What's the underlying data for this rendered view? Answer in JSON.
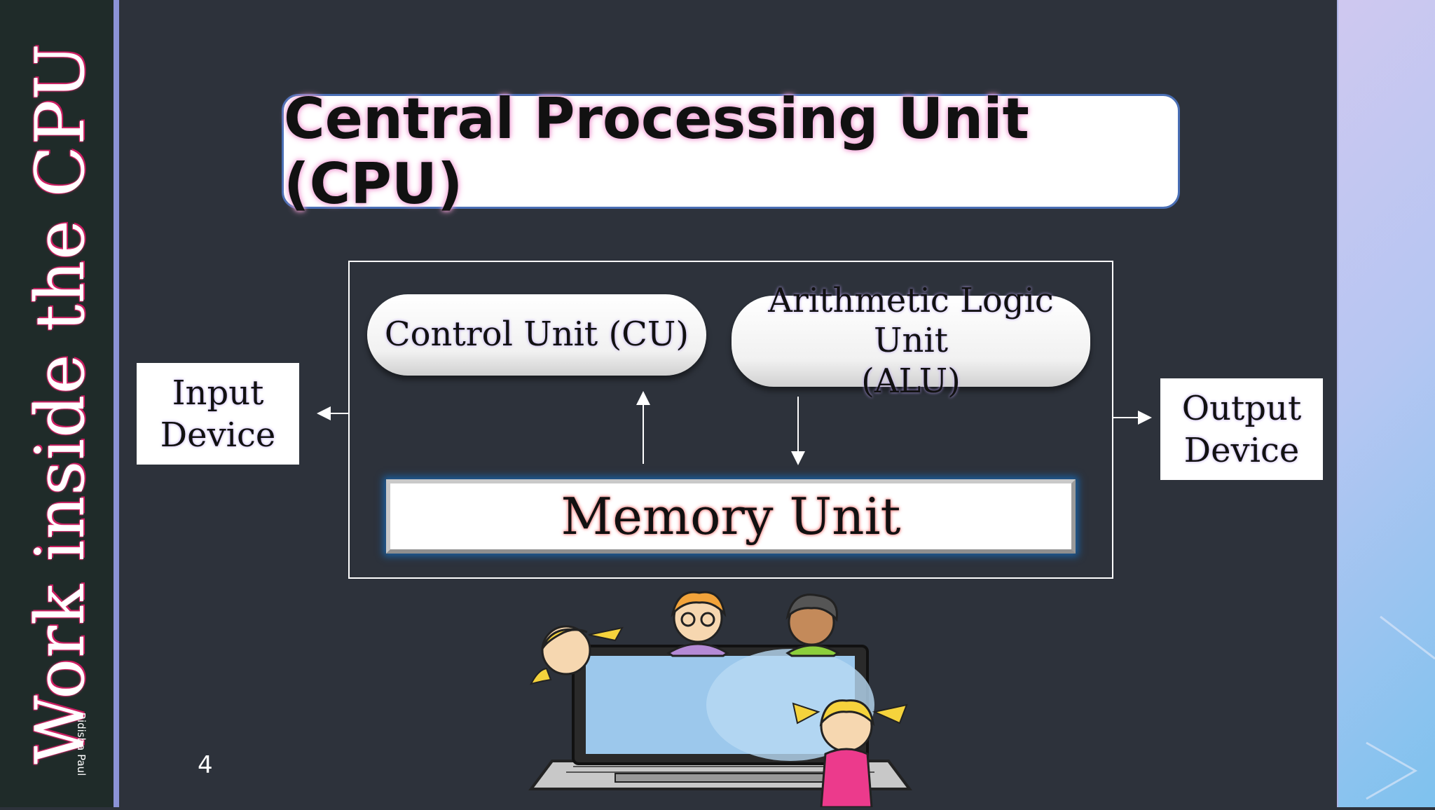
{
  "slide": {
    "side_title": "Work inside the CPU",
    "author": "Bidisha Paul",
    "page_number": "4",
    "title": "Central Processing Unit (CPU)",
    "diagram": {
      "control_unit": "Control Unit (CU)",
      "alu_line1": "Arithmetic Logic Unit",
      "alu_line2": "(ALU)",
      "memory_unit": "Memory Unit",
      "input_line1": "Input",
      "input_line2": "Device",
      "output_line1": "Output",
      "output_line2": "Device"
    },
    "colors": {
      "background": "#2d323b",
      "sidebar": "#1f2b29",
      "accent": "#8b93d6",
      "title_glow": "#f2a0d6"
    },
    "illustration": "children-with-laptop"
  }
}
